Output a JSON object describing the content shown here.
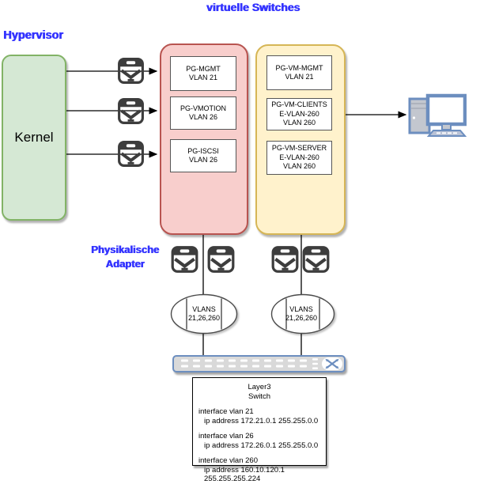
{
  "title": "virtuelle Switches",
  "hypervisor_label": "Hypervisor",
  "kernel_label": "Kernel",
  "physical_adapters_label": {
    "line1": "Physikalische",
    "line2": "Adapter"
  },
  "port_group_switch": {
    "groups": [
      {
        "l1": "PG-MGMT",
        "l2": "VLAN 21"
      },
      {
        "l1": "PG-VMOTION",
        "l2": "VLAN 26"
      },
      {
        "l1": "PG-ISCSI",
        "l2": "VLAN 26"
      }
    ]
  },
  "vm_port_group_switch": {
    "groups": [
      {
        "l1": "PG-VM-MGMT",
        "l2": "VLAN 21"
      },
      {
        "l1": "PG-VM-CLIENTS",
        "l2": "E-VLAN-260",
        "l3": "VLAN 260"
      },
      {
        "l1": "PG-VM-SERVER",
        "l2": "E-VLAN-260",
        "l3": "VLAN 260"
      }
    ]
  },
  "trunks": {
    "left": {
      "l1": "VLANS",
      "l2": "21,26,260"
    },
    "right": {
      "l1": "VLANS",
      "l2": "21,26,260"
    }
  },
  "layer3_switch": {
    "title_l1": "Layer3",
    "title_l2": "Switch",
    "config": [
      {
        "cmd": "interface vlan 21",
        "ip": "ip address 172.21.0.1 255.255.0.0"
      },
      {
        "cmd": "interface vlan 26",
        "ip": "ip address 172.26.0.1 255.255.0.0"
      },
      {
        "cmd": "interface vlan 260",
        "ip": "ip address 160.10.120.1 255.255.255.224"
      }
    ]
  },
  "colors": {
    "label_blue": "#3333ff",
    "kernel_fill": "#d5e8d4",
    "kernel_border": "#82b366",
    "pg_switch_fill": "#f8cecc",
    "pg_switch_border": "#b85450",
    "vm_switch_fill": "#fff2cc",
    "vm_switch_border": "#d6b656",
    "device_blue": "#6c8ebf",
    "nic_dark": "#3d3d3d"
  }
}
